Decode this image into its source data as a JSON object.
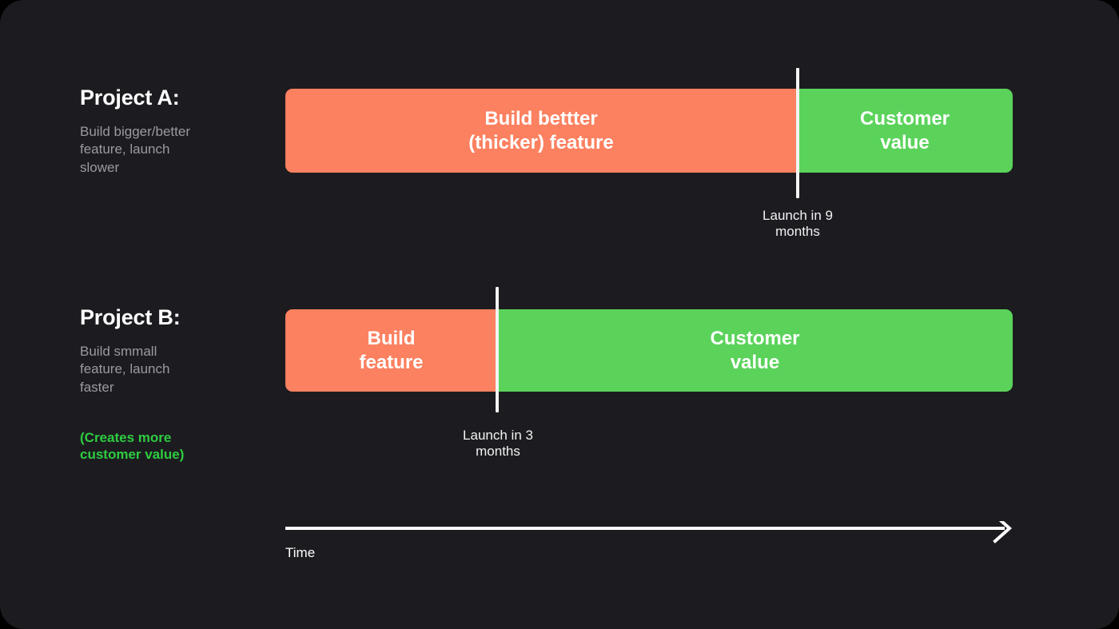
{
  "theme": {
    "background": "#1c1c20",
    "bar_build_color": "#fc8160",
    "bar_value_color": "#5bd35b",
    "marker_color": "#f2f4f3",
    "note_color": "#2ecc40",
    "muted_text_color": "#9a9a9f",
    "text_color": "#ffffff"
  },
  "projects": [
    {
      "title": "Project A:",
      "description": "Build bigger/better\nfeature, launch\nslower",
      "note": "",
      "build_label": "Build bettter\n(thicker) feature",
      "value_label": "Customer\nvalue",
      "launch_label": "Launch in 9\nmonths"
    },
    {
      "title": "Project B:",
      "description": "Build smmall\nfeature, launch\nfaster",
      "note": "(Creates more\ncustomer value)",
      "build_label": "Build\nfeature",
      "value_label": "Customer\nvalue",
      "launch_label": "Launch in 3\nmonths"
    }
  ],
  "axis": {
    "label": "Time",
    "arrow_icon": "arrow-right-icon"
  },
  "chart_data": {
    "type": "bar",
    "title": "",
    "xlabel": "Time",
    "ylabel": "",
    "orientation": "horizontal",
    "stacked": true,
    "categories": [
      "Project A",
      "Project B"
    ],
    "series": [
      {
        "name": "Build feature",
        "values": [
          9,
          3
        ],
        "unit": "months",
        "color": "#fc8160"
      },
      {
        "name": "Customer value",
        "values": [
          3,
          9
        ],
        "unit": "months",
        "color": "#5bd35b"
      }
    ],
    "annotations": [
      {
        "category": "Project A",
        "text": "Launch in 9 months",
        "at_months": 9
      },
      {
        "category": "Project B",
        "text": "Launch in 3 months",
        "at_months": 3
      }
    ],
    "total_months": 12,
    "grid": false,
    "legend": "none"
  }
}
